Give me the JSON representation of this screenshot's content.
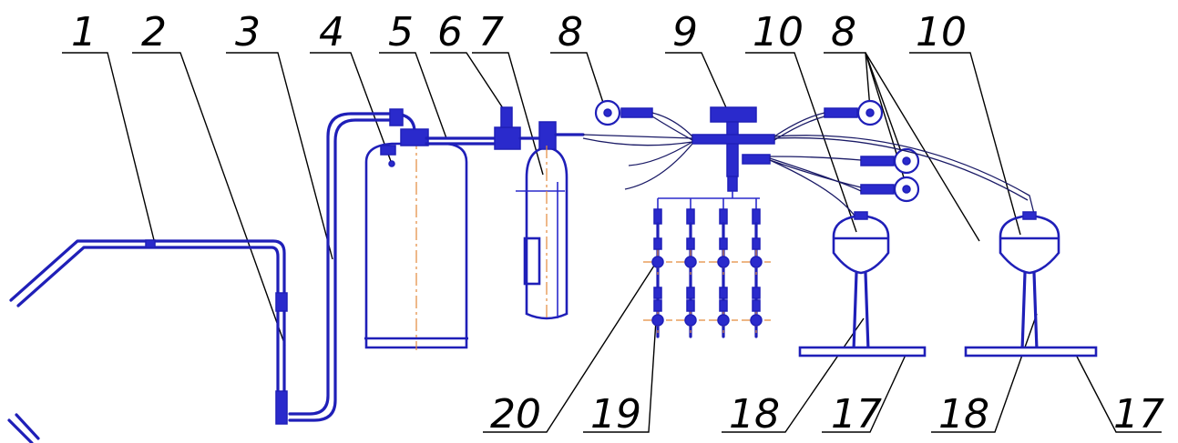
{
  "callouts": [
    {
      "id": "c1",
      "text": "1"
    },
    {
      "id": "c2",
      "text": "2"
    },
    {
      "id": "c3",
      "text": "3"
    },
    {
      "id": "c4",
      "text": "4"
    },
    {
      "id": "c5",
      "text": "5"
    },
    {
      "id": "c6",
      "text": "6"
    },
    {
      "id": "c7",
      "text": "7"
    },
    {
      "id": "c8a",
      "text": "8"
    },
    {
      "id": "c9",
      "text": "9"
    },
    {
      "id": "c10a",
      "text": "10"
    },
    {
      "id": "c8b",
      "text": "8"
    },
    {
      "id": "c10b",
      "text": "10"
    },
    {
      "id": "c20",
      "text": "20"
    },
    {
      "id": "c19",
      "text": "19"
    },
    {
      "id": "c18a",
      "text": "18"
    },
    {
      "id": "c17a",
      "text": "17"
    },
    {
      "id": "c18b",
      "text": "18"
    },
    {
      "id": "c17b",
      "text": "17"
    }
  ],
  "colors": {
    "line_art": "#1f1fb8",
    "center_lines": "#e38a3c",
    "callout_text": "#000000"
  }
}
